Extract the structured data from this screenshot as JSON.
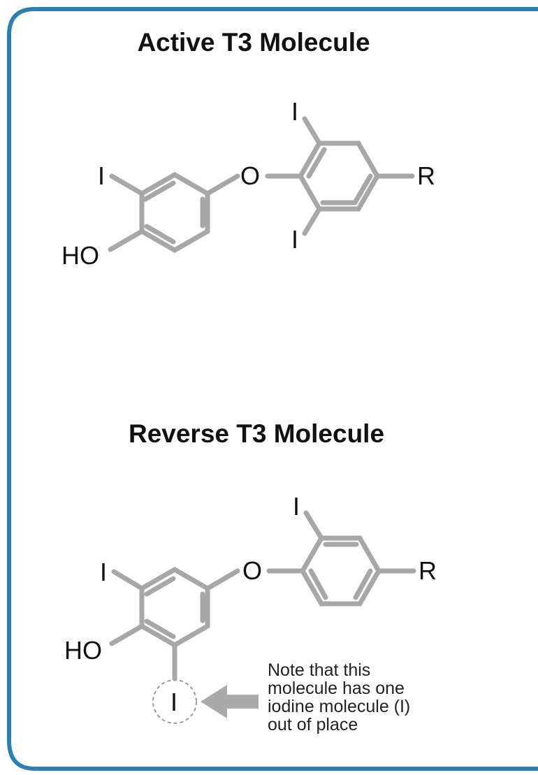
{
  "titles": {
    "active": "Active T3 Molecule",
    "reverse": "Reverse T3 Molecule"
  },
  "active_molecule": {
    "atoms": {
      "iodine_top": "I",
      "iodine_left": "I",
      "iodine_bottom": "I",
      "hydroxyl": "HO",
      "oxygen": "O",
      "r_group": "R"
    }
  },
  "reverse_molecule": {
    "atoms": {
      "iodine_top": "I",
      "iodine_left": "I",
      "iodine_misplaced": "I",
      "hydroxyl": "HO",
      "oxygen": "O",
      "r_group": "R"
    }
  },
  "note": {
    "lines": [
      "Note that this",
      "molecule has one",
      "iodine molecule (I)",
      "out of place"
    ]
  },
  "colors": {
    "border": "#2a7fb4",
    "bond": "#a7a7a7",
    "text": "#111111",
    "arrow": "#a9a9a9",
    "highlight_circle": "#9a9a9a"
  }
}
